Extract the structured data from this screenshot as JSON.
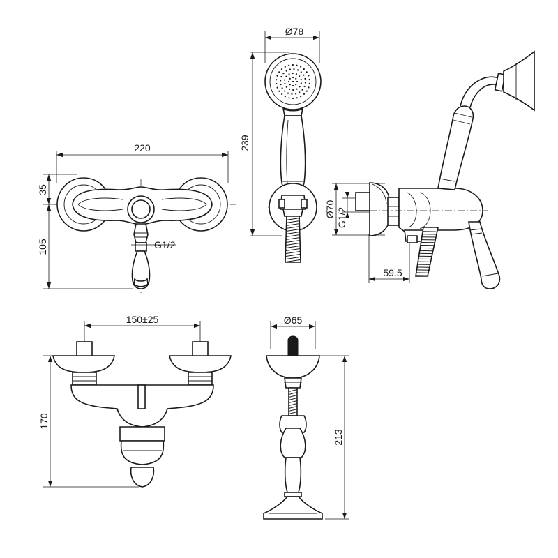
{
  "views": {
    "front": {
      "width": "220",
      "height_upper": "35",
      "height_lower": "105",
      "thread": "G1/2"
    },
    "handshower": {
      "diameter": "Ø78",
      "length": "239"
    },
    "side": {
      "diameter": "Ø70",
      "thread": "G1/2",
      "depth": "59.5"
    },
    "bottom": {
      "centers": "150±25",
      "height": "170"
    },
    "holder": {
      "diameter": "Ø65",
      "height": "213"
    }
  }
}
